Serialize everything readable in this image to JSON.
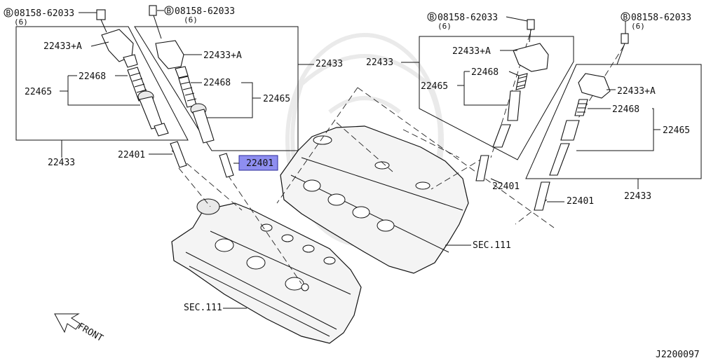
{
  "diagram": {
    "bolt_symbol": "B",
    "bolt_part": "08158-62033",
    "bolt_qty": "(6)",
    "coil": "22433+A",
    "spring": "22468",
    "boot": "22465",
    "assembly": "22433",
    "plug": "22401",
    "section_ref": "SEC.111",
    "front_label": "FRONT",
    "figure_id": "J2200097",
    "highlight_color": "#8e8ef0"
  }
}
